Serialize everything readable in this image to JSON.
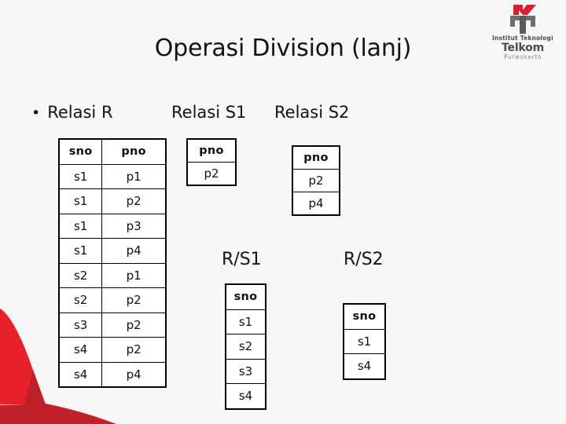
{
  "slide": {
    "title": "Operasi Division (lanj)",
    "background_color": "#f7f7f7",
    "bullet_glyph": "•"
  },
  "logo": {
    "line1": "Institut Teknologi",
    "line2": "Telkom",
    "line3": "Purwokerto",
    "mark_red": "#d6212c",
    "mark_gray": "#5a5a5a",
    "text_gray": "#4c4c4c",
    "sub_gray": "#8a8a8a"
  },
  "decoration": {
    "red_light": "#e8202a",
    "red_dark": "#c0202a"
  },
  "labels": {
    "relasi_r": "Relasi R",
    "relasi_s1": "Relasi S1",
    "relasi_s2": "Relasi S2",
    "result_rs1": "R/S1",
    "result_rs2": "R/S2"
  },
  "tables": {
    "R": {
      "name": "Relasi R",
      "headers": [
        "sno",
        "pno"
      ],
      "rows": [
        [
          "s1",
          "p1"
        ],
        [
          "s1",
          "p2"
        ],
        [
          "s1",
          "p3"
        ],
        [
          "s1",
          "p4"
        ],
        [
          "s2",
          "p1"
        ],
        [
          "s2",
          "p2"
        ],
        [
          "s3",
          "p2"
        ],
        [
          "s4",
          "p2"
        ],
        [
          "s4",
          "p4"
        ]
      ]
    },
    "S1": {
      "name": "Relasi S1",
      "headers": [
        "pno"
      ],
      "rows": [
        [
          "p2"
        ]
      ]
    },
    "S2": {
      "name": "Relasi S2",
      "headers": [
        "pno"
      ],
      "rows": [
        [
          "p2"
        ],
        [
          "p4"
        ]
      ]
    },
    "RS1": {
      "name": "R/S1",
      "headers": [
        "sno"
      ],
      "rows": [
        [
          "s1"
        ],
        [
          "s2"
        ],
        [
          "s3"
        ],
        [
          "s4"
        ]
      ]
    },
    "RS2": {
      "name": "R/S2",
      "headers": [
        "sno"
      ],
      "rows": [
        [
          "s1"
        ],
        [
          "s4"
        ]
      ]
    }
  }
}
